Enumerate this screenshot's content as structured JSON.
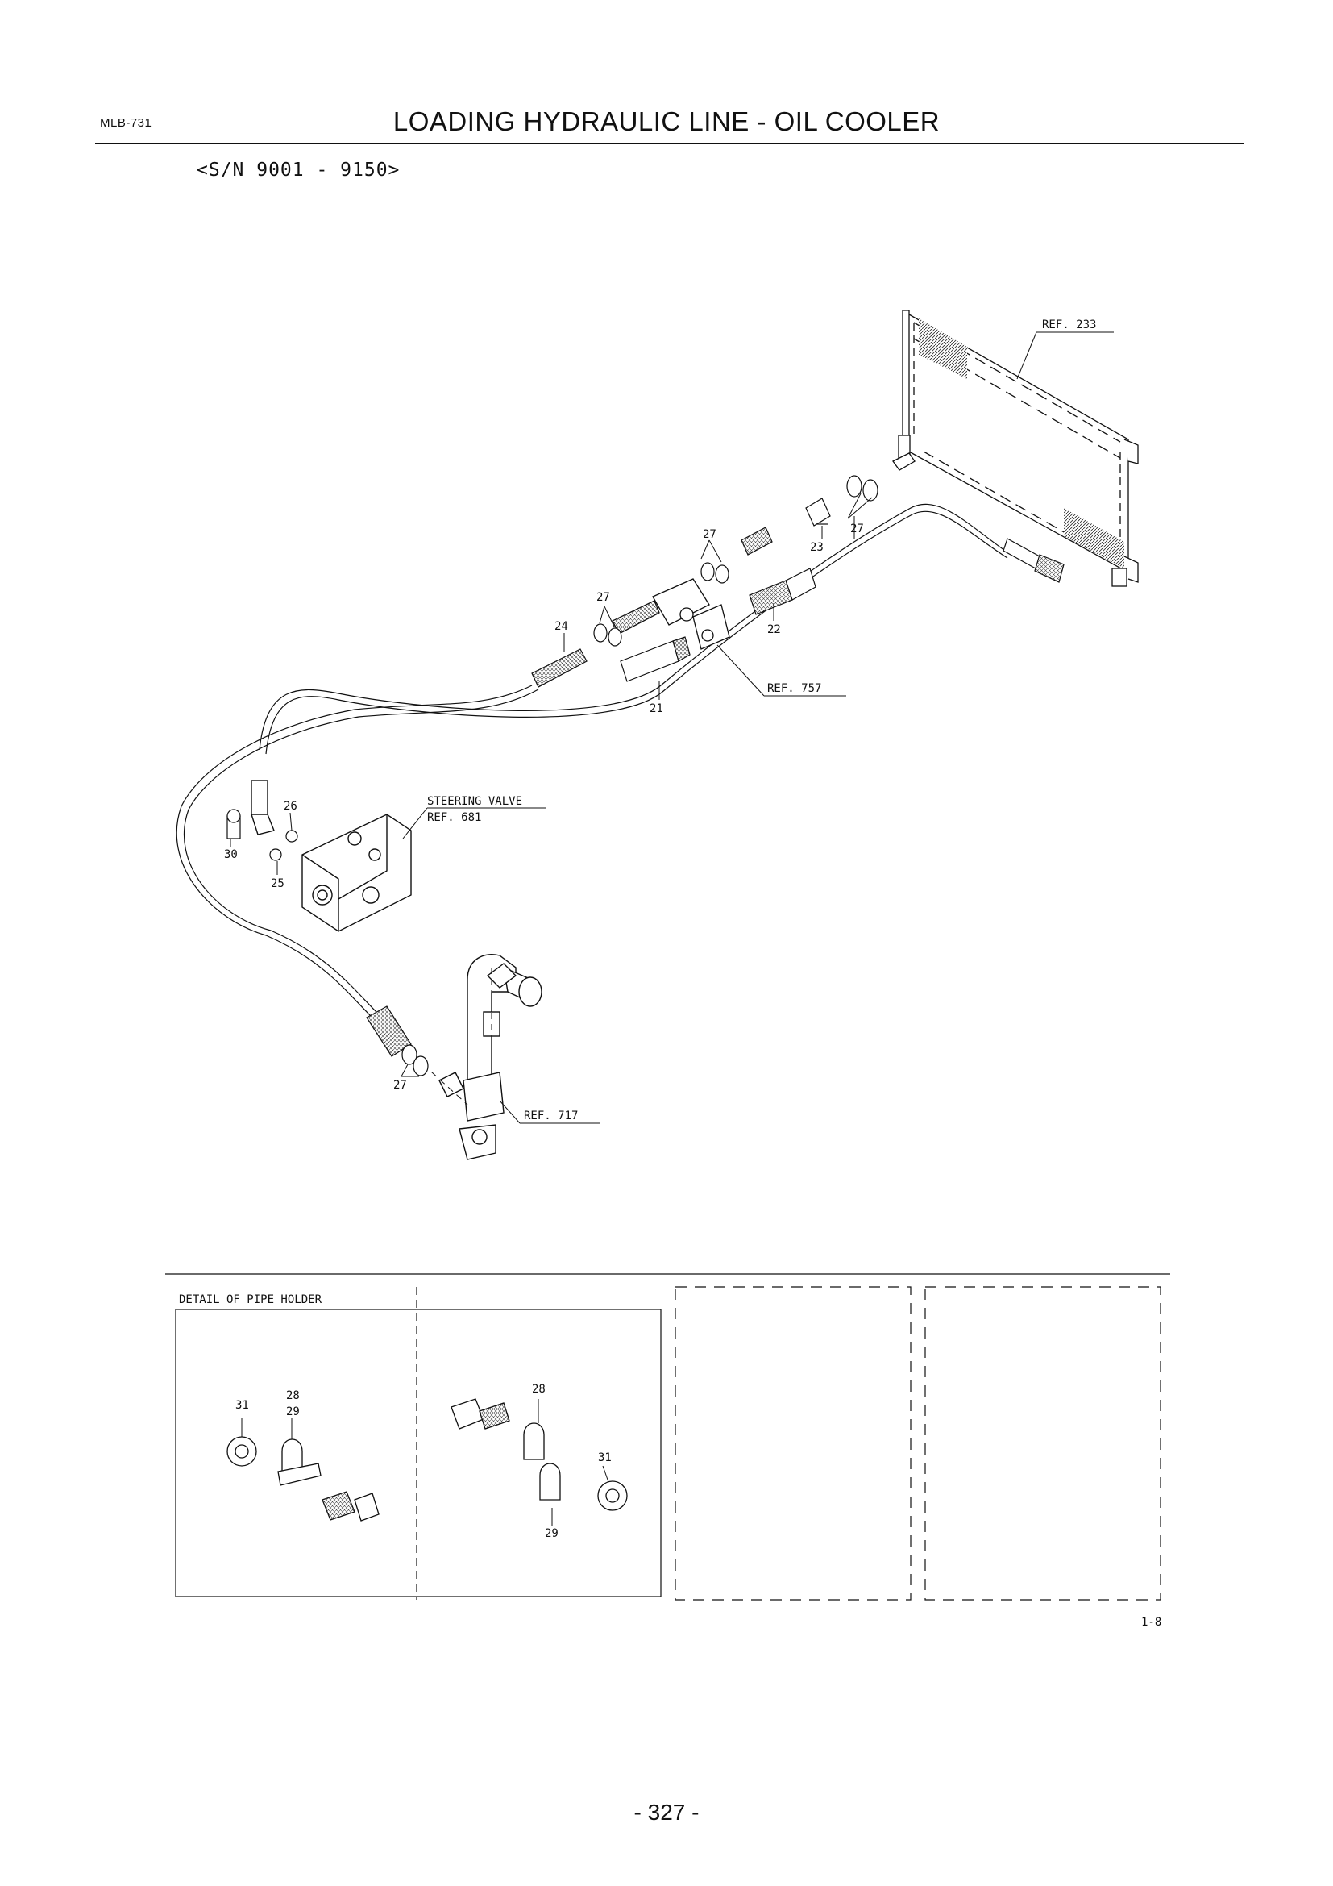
{
  "header": {
    "doc_code": "MLB-731",
    "title": "LOADING HYDRAULIC LINE - OIL COOLER",
    "serial_range": "<S/N 9001 - 9150>"
  },
  "callouts": {
    "p21": "21",
    "p22": "22",
    "p23": "23",
    "p24": "24",
    "p25": "25",
    "p26": "26",
    "p27a": "27",
    "p27b": "27",
    "p27c": "27",
    "p27d": "27",
    "p28a": "28",
    "p28b": "28",
    "p29a": "29",
    "p29b": "29",
    "p30": "30",
    "p31a": "31",
    "p31b": "31"
  },
  "references": {
    "oil_cooler": "REF. 233",
    "manifold": "REF. 757",
    "steering_valve_name": "STEERING VALVE",
    "steering_valve_ref": "REF. 681",
    "pump": "REF. 717"
  },
  "detail_box": {
    "label": "DETAIL OF PIPE HOLDER"
  },
  "figure_code": "1-8",
  "footer": {
    "page_number": "- 327 -"
  }
}
